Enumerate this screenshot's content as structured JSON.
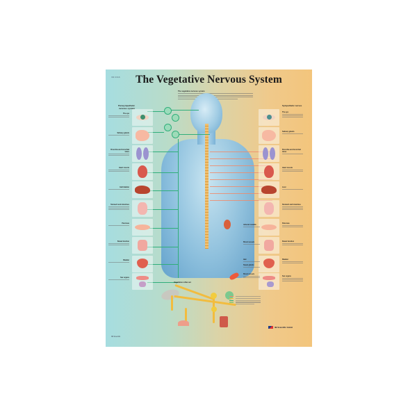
{
  "poster": {
    "code": "VR 0 616",
    "title": "The Vegetative Nervous System",
    "intro_heading": "The vegetative nervous system",
    "colors": {
      "left_bg": "#a6dde0",
      "right_bg": "#f3c57c",
      "parasympathetic": "#2fae7a",
      "sympathetic": "#f08a6a",
      "nerve": "#f2bc3e"
    }
  },
  "left_panel": {
    "heading": "Parasympathetic nervous system",
    "organs": [
      {
        "label": "The eye",
        "icon": "eye-icon"
      },
      {
        "label": "Salivary glands",
        "icon": "nose-mouth-icon"
      },
      {
        "label": "Bronchia and bronchial tubes",
        "icon": "lungs-icon"
      },
      {
        "label": "Heart muscle",
        "icon": "heart-icon"
      },
      {
        "label": "Gall bladder",
        "icon": "liver-icon"
      },
      {
        "label": "Stomach and intestines",
        "icon": "stomach-icon"
      },
      {
        "label": "Pancreas",
        "icon": "pancreas-icon"
      },
      {
        "label": "Bowel function",
        "icon": "intestine-icon"
      },
      {
        "label": "Bladder",
        "icon": "bladder-icon"
      },
      {
        "label": "Sex organs",
        "icon": "reproductive-icon"
      }
    ]
  },
  "right_panel": {
    "heading": "Sympathetic nerves",
    "organs": [
      {
        "label": "The eye",
        "icon": "eye-icon"
      },
      {
        "label": "Salivary glands",
        "icon": "nose-mouth-icon"
      },
      {
        "label": "Bronchia and bronchial tubes",
        "icon": "lungs-icon"
      },
      {
        "label": "Heart muscle",
        "icon": "heart-icon"
      },
      {
        "label": "Liver",
        "icon": "liver-icon"
      },
      {
        "label": "Stomach and intestines",
        "icon": "stomach-icon"
      },
      {
        "label": "Pancreas",
        "icon": "pancreas-icon"
      },
      {
        "label": "Bowel function",
        "icon": "intestine-icon"
      },
      {
        "label": "Bladder",
        "icon": "bladder-icon"
      },
      {
        "label": "Sex organs",
        "icon": "reproductive-icon"
      }
    ]
  },
  "center": {
    "labels": [
      "Adrenal medulla",
      "Blood vessels",
      "Hair",
      "Sweat glands",
      "Blood vessels"
    ],
    "reflex_heading": "Vegetative reflex arc"
  },
  "footer": {
    "brand": "3B Scientific GmbH",
    "copyright": "3B Scientific"
  }
}
